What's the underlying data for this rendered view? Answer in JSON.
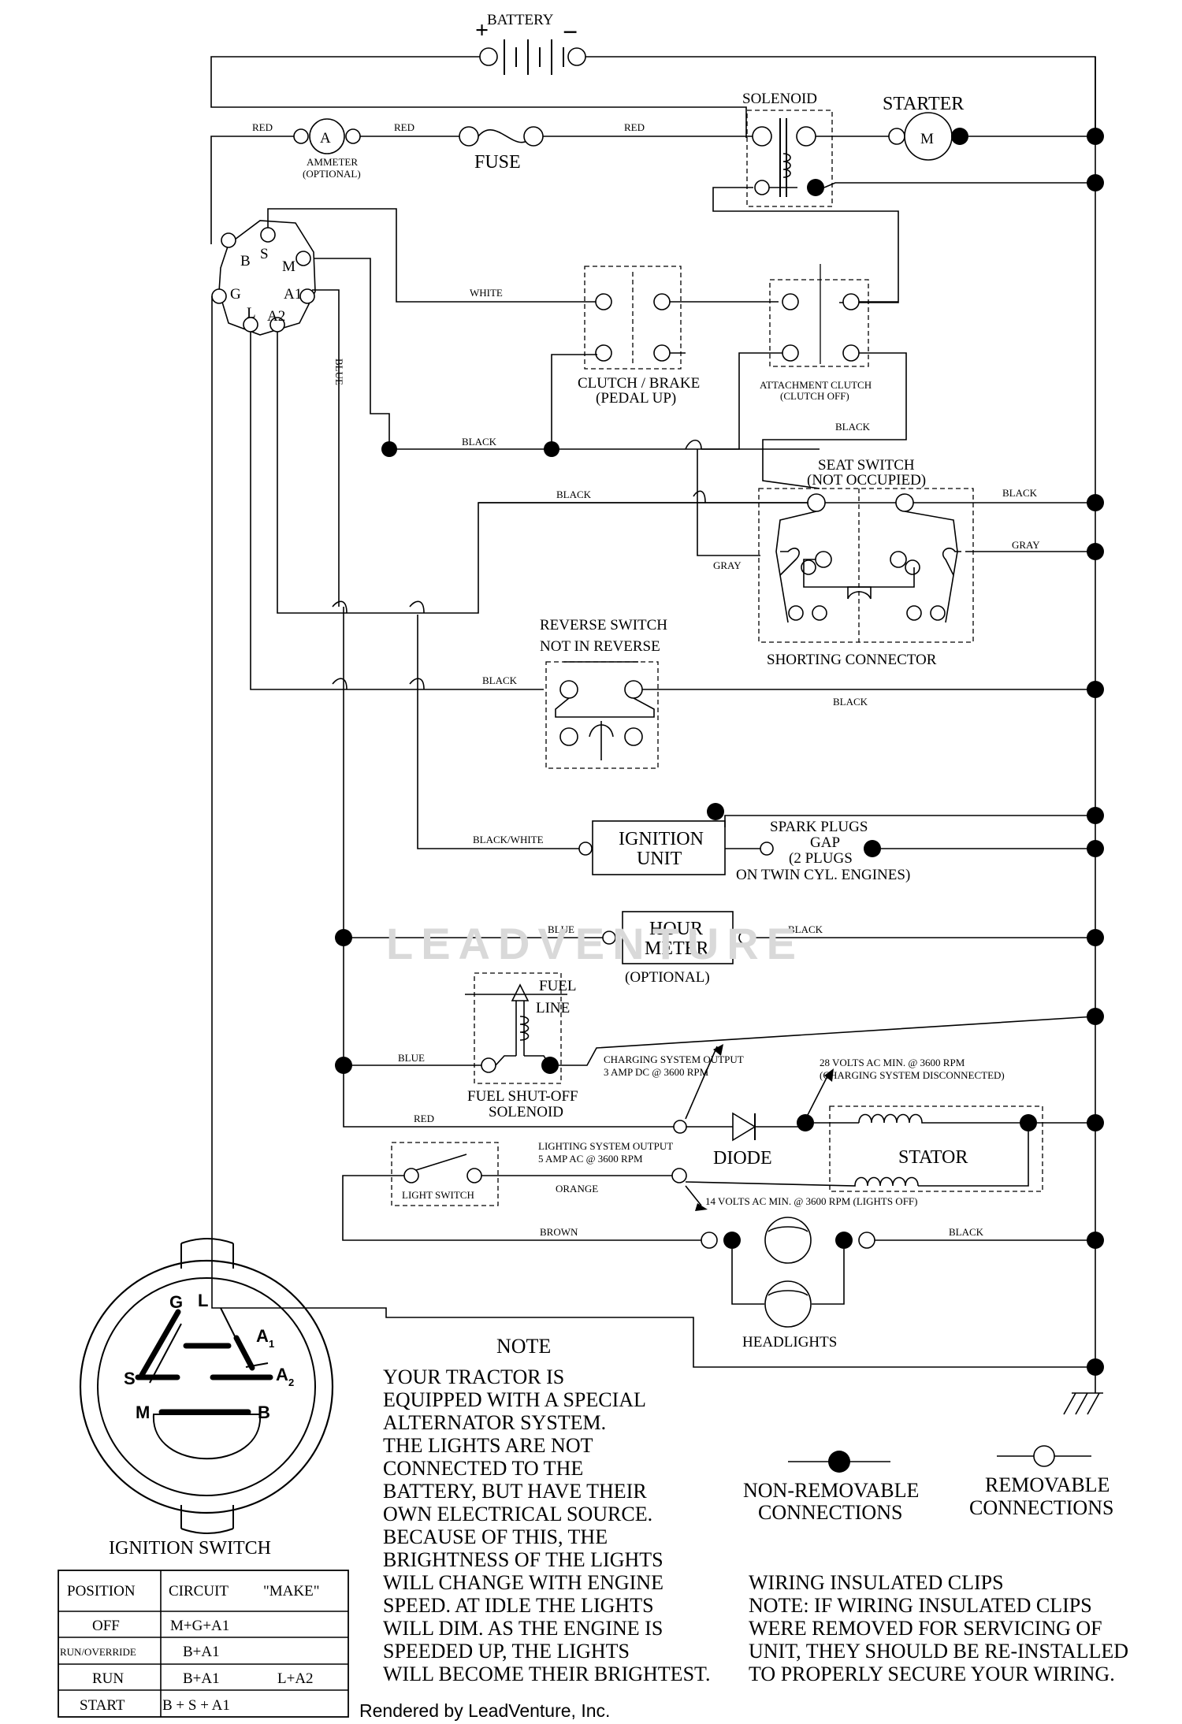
{
  "labels": {
    "battery": "BATTERY",
    "battery_plus": "+",
    "battery_minus": "−",
    "solenoid": "SOLENOID",
    "starter": "STARTER",
    "starter_m": "M",
    "ammeter_a": "A",
    "ammeter_1": "AMMETER",
    "ammeter_2": "(OPTIONAL)",
    "fuse": "FUSE",
    "red1": "RED",
    "red2": "RED",
    "red3": "RED",
    "red4": "RED",
    "switch_b": "B",
    "switch_s": "S",
    "switch_m": "M",
    "switch_g": "G",
    "switch_a1": "A1",
    "switch_l": "L",
    "switch_a2": "A2",
    "white": "WHITE",
    "blue_vertical": "BLUE",
    "clutch_1": "CLUTCH / BRAKE",
    "clutch_2": "(PEDAL UP)",
    "attach_1": "ATTACHMENT CLUTCH",
    "attach_2": "(CLUTCH OFF)",
    "black1": "BLACK",
    "black2": "BLACK",
    "black3": "BLACK",
    "black4": "BLACK",
    "black5": "BLACK",
    "black6": "BLACK",
    "black7": "BLACK",
    "black8": "BLACK",
    "seat_1": "SEAT SWITCH",
    "seat_2": "(NOT OCCUPIED)",
    "gray1": "GRAY",
    "gray2": "GRAY",
    "shorting": "SHORTING CONNECTOR",
    "reverse_1": "REVERSE SWITCH",
    "reverse_2": "NOT IN REVERSE",
    "black_white": "BLACK/WHITE",
    "ignition_1": "IGNITION",
    "ignition_2": "UNIT",
    "spark_1": "SPARK PLUGS",
    "spark_2": "GAP",
    "spark_3": "(2 PLUGS",
    "spark_4": "ON TWIN CYL. ENGINES)",
    "blue1": "BLUE",
    "blue2": "BLUE",
    "hour_1": "HOUR",
    "hour_2": "METER",
    "hour_3": "(OPTIONAL)",
    "fuel_1": "FUEL",
    "fuel_2": "LINE",
    "fuel_sol_1": "FUEL SHUT-OFF",
    "fuel_sol_2": "SOLENOID",
    "charging_1": "CHARGING SYSTEM OUTPUT",
    "charging_2": "3 AMP DC @ 3600 RPM",
    "volts28_1": "28 VOLTS AC MIN. @ 3600 RPM",
    "volts28_2": "(CHARGING SYSTEM DISCONNECTED)",
    "diode": "DIODE",
    "stator": "STATOR",
    "lighting_1": "LIGHTING SYSTEM OUTPUT",
    "lighting_2": "5 AMP AC @ 3600 RPM",
    "light_switch": "LIGHT SWITCH",
    "orange": "ORANGE",
    "volts14": "14 VOLTS AC MIN. @ 3600 RPM (LIGHTS OFF)",
    "brown": "BROWN",
    "headlights": "HEADLIGHTS",
    "ign_g": "G",
    "ign_l": "L",
    "ign_a1": "A",
    "ign_a1_sub": "1",
    "ign_s": "S",
    "ign_a2": "A",
    "ign_a2_sub": "2",
    "ign_m": "M",
    "ign_b": "B",
    "ignition_switch": "IGNITION SWITCH",
    "watermark": "LEADVENTURE",
    "nonremovable_1": "NON-REMOVABLE",
    "nonremovable_2": "CONNECTIONS",
    "removable_1": "REMOVABLE",
    "removable_2": "CONNECTIONS",
    "rendered_by": "Rendered by LeadVenture, Inc."
  },
  "note": {
    "title": "NOTE",
    "lines": [
      "YOUR TRACTOR IS",
      "EQUIPPED WITH A SPECIAL",
      "ALTERNATOR SYSTEM.",
      "THE LIGHTS ARE NOT",
      "CONNECTED TO THE",
      "BATTERY, BUT HAVE THEIR",
      "OWN ELECTRICAL SOURCE.",
      "BECAUSE OF THIS, THE",
      "BRIGHTNESS OF THE LIGHTS",
      "WILL CHANGE WITH ENGINE",
      "SPEED.  AT IDLE THE LIGHTS",
      "WILL DIM.  AS THE ENGINE IS",
      "SPEEDED UP, THE LIGHTS",
      "WILL BECOME THEIR BRIGHTEST."
    ]
  },
  "clips_note": {
    "lines": [
      "WIRING INSULATED CLIPS",
      "NOTE:  IF WIRING INSULATED CLIPS",
      "WERE REMOVED FOR SERVICING OF",
      "UNIT, THEY SHOULD BE RE-INSTALLED",
      "TO PROPERLY SECURE YOUR WIRING."
    ]
  },
  "table": {
    "headers": [
      "POSITION",
      "CIRCUIT",
      "\"MAKE\""
    ],
    "rows": [
      {
        "position": "OFF",
        "circuit": "M+G+A1",
        "extra": ""
      },
      {
        "position": "RUN/OVERRIDE",
        "circuit": "B+A1",
        "extra": ""
      },
      {
        "position": "RUN",
        "circuit": "B+A1",
        "extra": "L+A2"
      },
      {
        "position": "START",
        "circuit": "B + S + A1",
        "extra": ""
      }
    ]
  }
}
